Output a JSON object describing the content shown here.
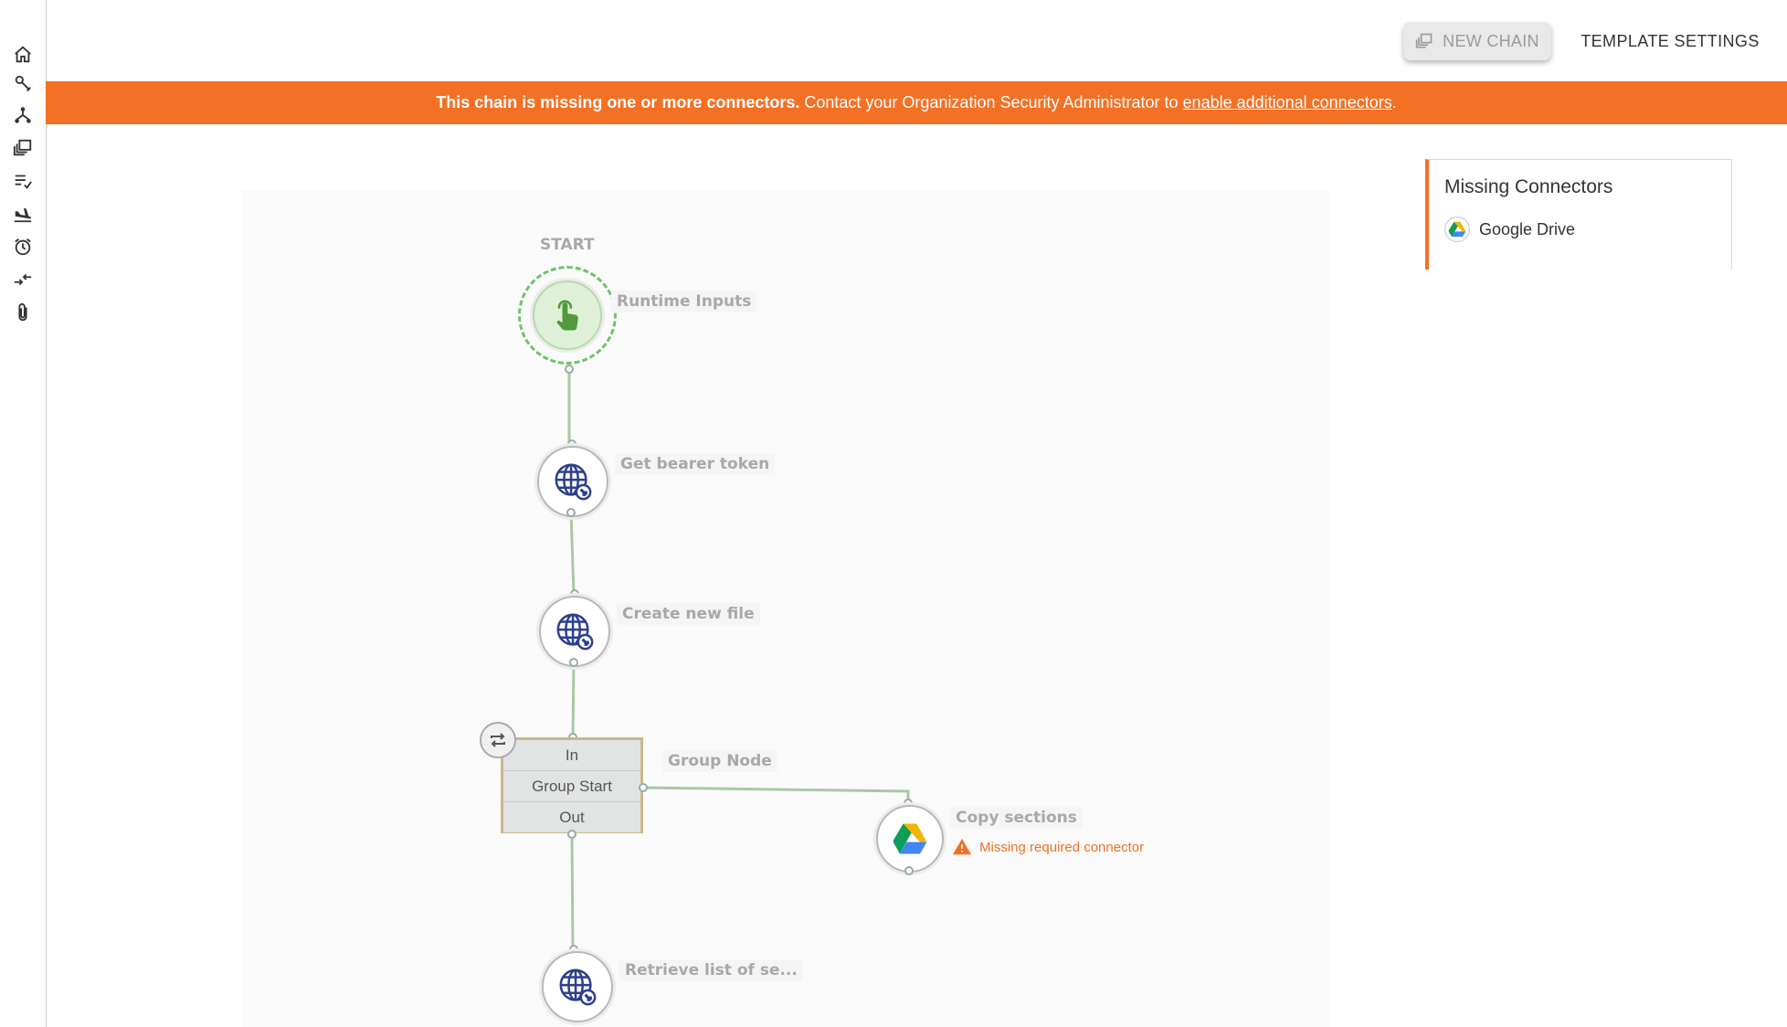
{
  "header": {
    "new_chain_label": "NEW CHAIN",
    "template_settings_label": "TEMPLATE SETTINGS"
  },
  "sidebar": {
    "items": [
      {
        "icon": "home-icon"
      },
      {
        "icon": "wrench-icon"
      },
      {
        "icon": "chain-network-icon"
      },
      {
        "icon": "library-icon"
      },
      {
        "icon": "checklist-icon"
      },
      {
        "icon": "landing-icon"
      },
      {
        "icon": "alarm-clock-icon"
      },
      {
        "icon": "merge-arrows-icon"
      },
      {
        "icon": "paperclip-icon"
      }
    ]
  },
  "banner": {
    "bold_text": "This chain is missing one or more connectors.",
    "text": "Contact your Organization Security Administrator to",
    "link_text": "enable additional connectors",
    "suffix": "."
  },
  "canvas": {
    "start_label": "START",
    "nodes": {
      "runtime_inputs": "Runtime Inputs",
      "get_bearer_token": "Get bearer token",
      "create_new_file": "Create new file",
      "group_node": "Group Node",
      "copy_sections": "Copy sections",
      "retrieve_list": "Retrieve list of se..."
    },
    "group": {
      "in": "In",
      "group_start": "Group Start",
      "out": "Out"
    },
    "warning_text": "Missing required connector"
  },
  "missing_connectors": {
    "title": "Missing Connectors",
    "items": [
      "Google Drive"
    ]
  },
  "colors": {
    "accent_orange": "#f47025",
    "start_green": "#5aa33f",
    "globe_blue": "#2c3f8f"
  }
}
